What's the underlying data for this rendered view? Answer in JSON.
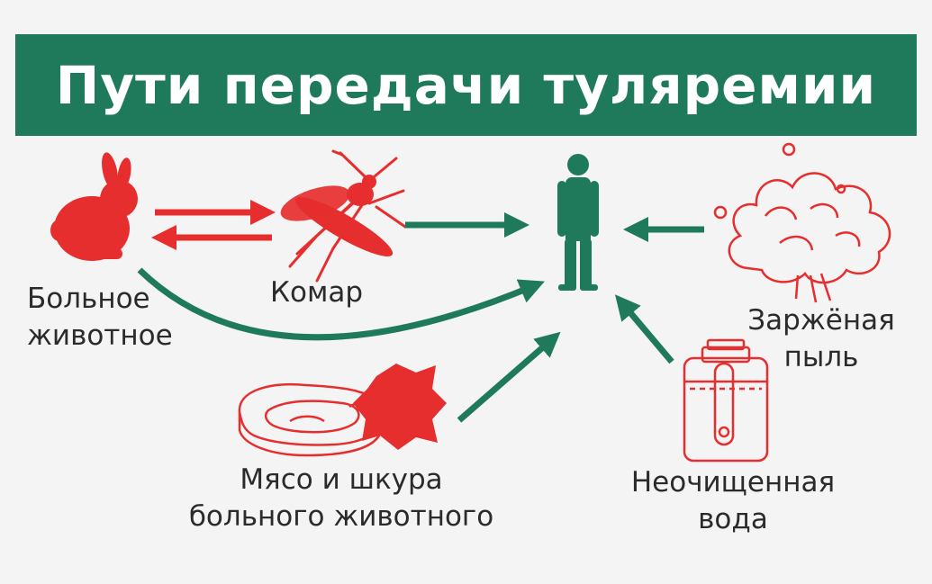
{
  "title": "Пути передачи туляремии",
  "labels": {
    "sick_animal": [
      "Больное",
      "животное"
    ],
    "mosquito": [
      "Комар"
    ],
    "dust": [
      "Заржёная",
      "пыль"
    ],
    "meat_skin": [
      "Мясо и шкура",
      "больного животного"
    ],
    "water": [
      "Неочищенная",
      "вода"
    ]
  },
  "colors": {
    "header_bg": "#1f7a5c",
    "green": "#1f7a5c",
    "red": "#e62e2e",
    "text": "#2b2b2b"
  },
  "icons": [
    "rabbit-icon",
    "mosquito-icon",
    "person-icon",
    "dust-cloud-icon",
    "meat-icon",
    "leather-hide-icon",
    "water-canister-icon"
  ]
}
